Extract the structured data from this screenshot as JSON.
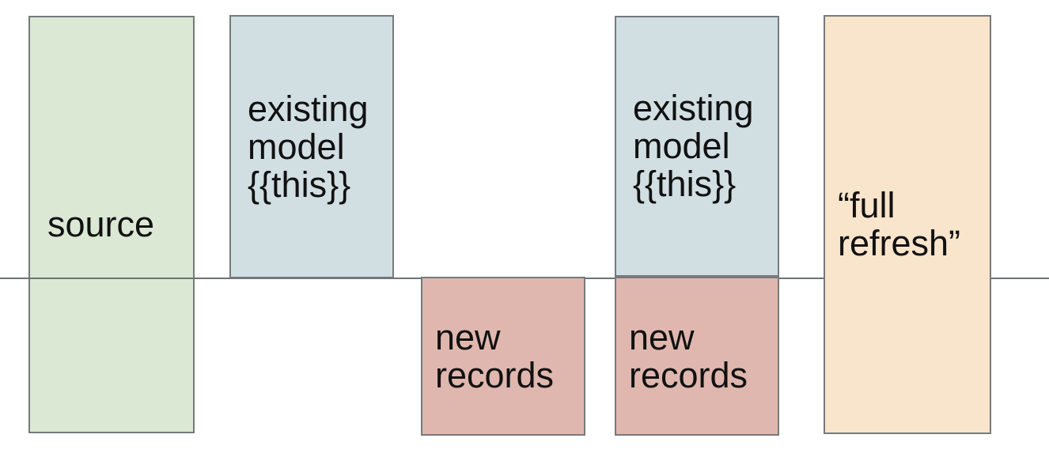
{
  "diagram": {
    "kind": "incremental-model-boxes",
    "baseline_present": true
  },
  "colors": {
    "background": "#ffffff",
    "border": "#757a7c",
    "baseline": "#6d7375",
    "text": "#111111",
    "source_fill": "#dbe8d4",
    "existing_model_fill": "#d1dee2",
    "new_records_fill": "#e0b7ae",
    "full_refresh_fill": "#f9e4cc"
  },
  "boxes": {
    "source": {
      "fill": "#dbe8d4",
      "lines": [
        "source"
      ]
    },
    "existing_model_1": {
      "fill": "#d1dee2",
      "lines": [
        "existing",
        "model",
        "{{this}}"
      ]
    },
    "new_records_1": {
      "fill": "#e0b7ae",
      "lines": [
        "new",
        "records"
      ]
    },
    "existing_model_2": {
      "fill": "#d1dee2",
      "lines": [
        "existing",
        "model",
        "{{this}}"
      ]
    },
    "new_records_2": {
      "fill": "#e0b7ae",
      "lines": [
        "new",
        "records"
      ]
    },
    "full_refresh": {
      "fill": "#f9e4cc",
      "lines": [
        "“full",
        "refresh”"
      ]
    }
  }
}
